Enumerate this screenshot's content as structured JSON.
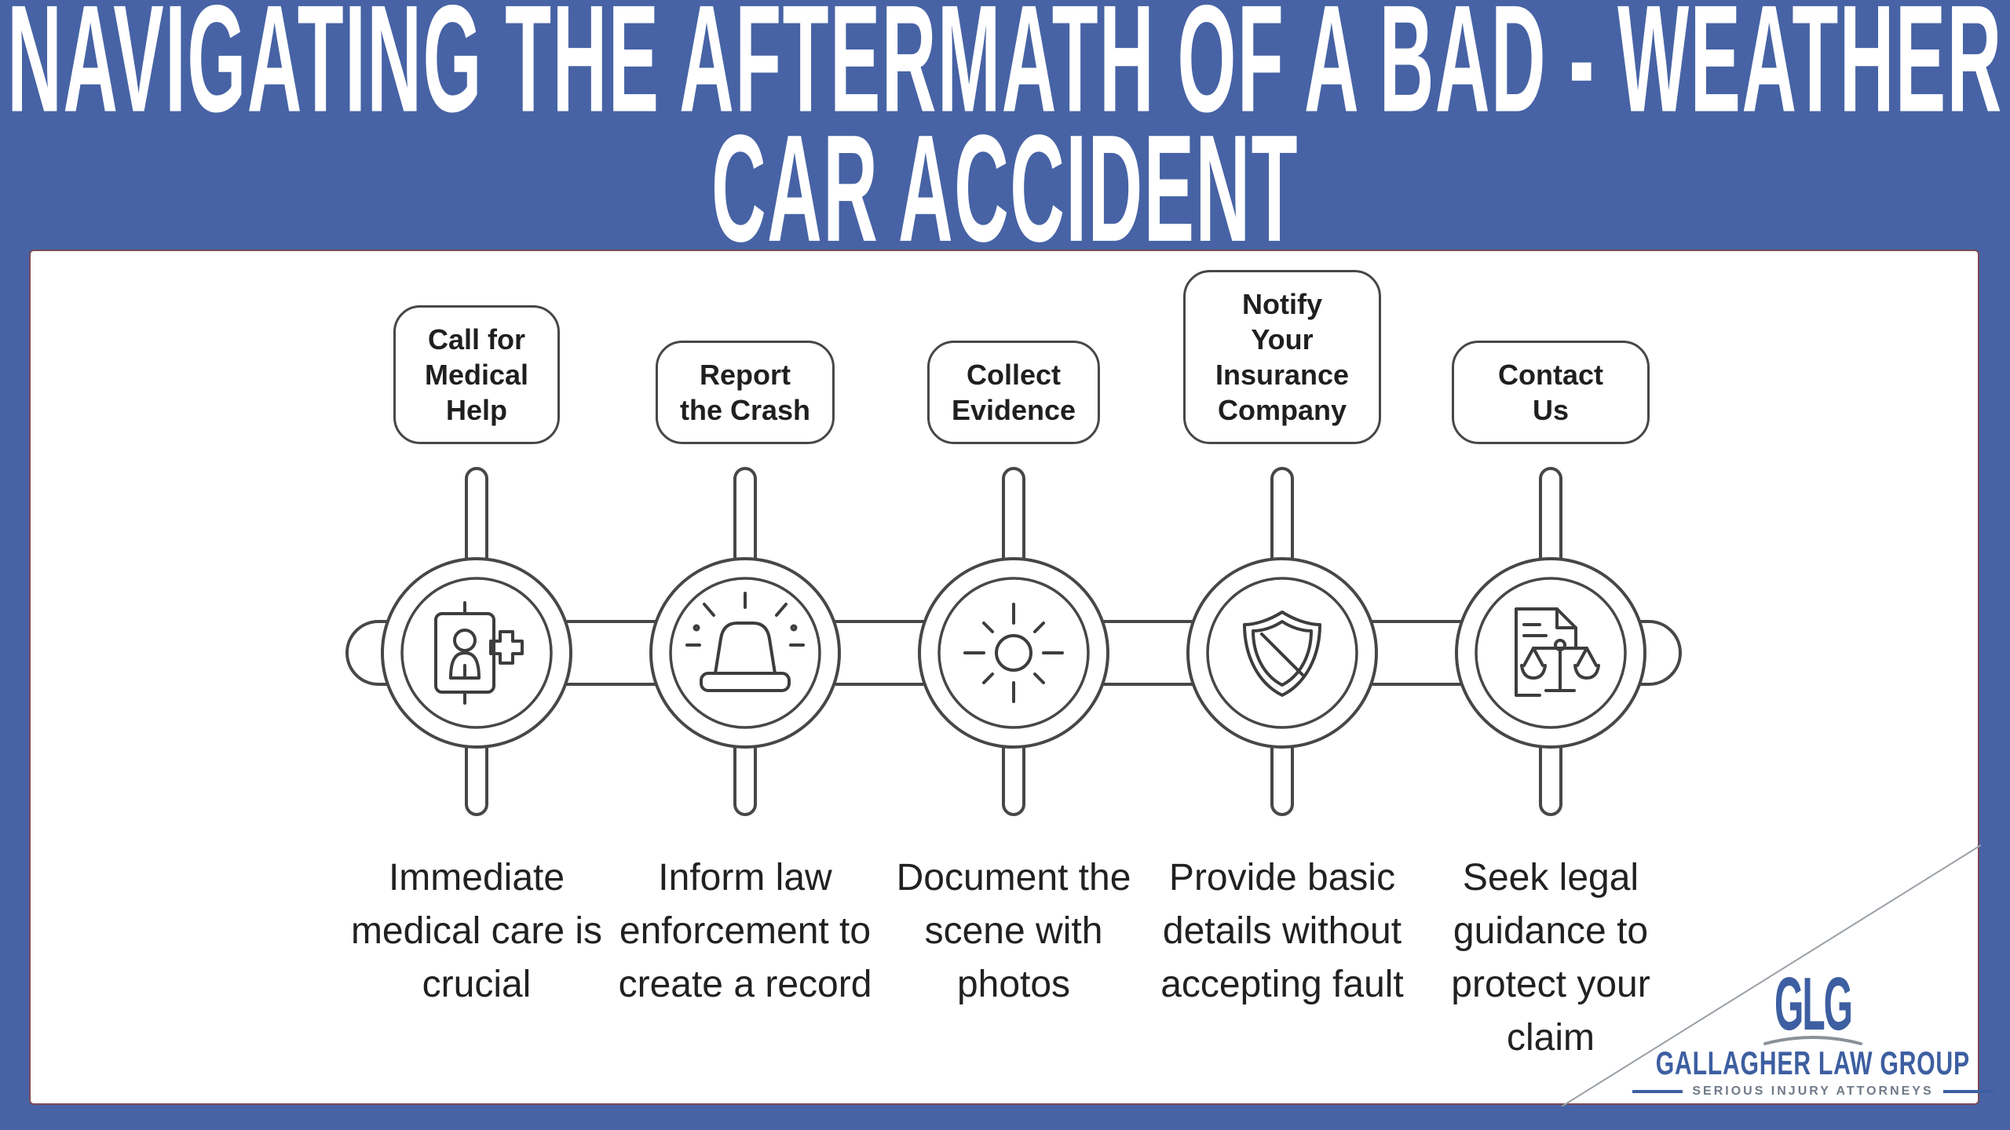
{
  "title": {
    "line1": "NAVIGATING THE AFTERMATH OF A BAD - WEATHER",
    "line2": "CAR ACCIDENT"
  },
  "steps": [
    {
      "label": "Call for\nMedical\nHelp",
      "caption": "Immediate\nmedical care is\ncrucial",
      "icon": "medical-id-card-icon"
    },
    {
      "label": "Report\nthe Crash",
      "caption": "Inform law\nenforcement to\ncreate a record",
      "icon": "siren-icon"
    },
    {
      "label": "Collect\nEvidence",
      "caption": "Document the\nscene with\nphotos",
      "icon": "camera-flash-icon"
    },
    {
      "label": "Notify Your\nInsurance\nCompany",
      "caption": "Provide basic\ndetails without\naccepting fault",
      "icon": "shield-icon"
    },
    {
      "label": "Contact Us",
      "caption": "Seek legal\nguidance to\nprotect your\nclaim",
      "icon": "legal-document-scales-icon"
    }
  ],
  "logo": {
    "monogram": "GLG",
    "name": "GALLAGHER LAW GROUP",
    "tagline": "SERIOUS INJURY ATTORNEYS"
  },
  "colors": {
    "background_blue": "#4763a5",
    "panel_white": "#ffffff",
    "outline_dark": "#454545",
    "logo_blue": "#3d5fa1",
    "logo_gray": "#8a9199",
    "text_dark": "#1f1f1f"
  }
}
